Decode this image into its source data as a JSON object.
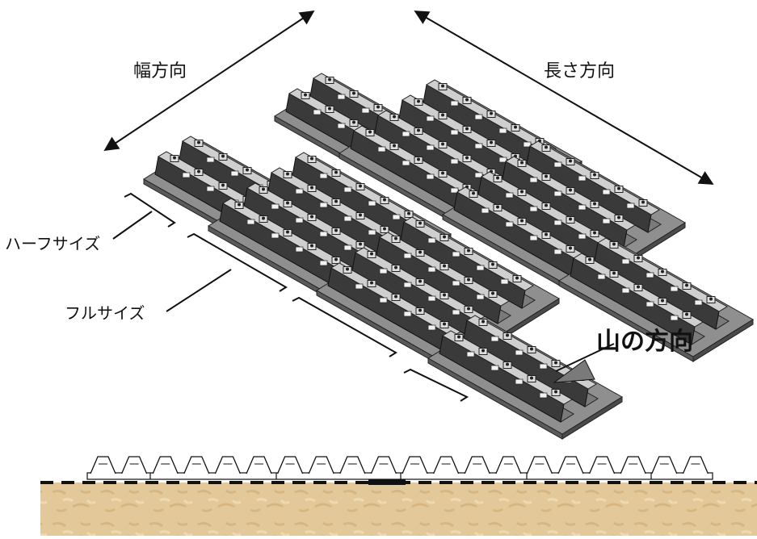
{
  "labels": {
    "width_direction": "幅方向",
    "length_direction": "長さ方向",
    "half_size": "ハーフサイズ",
    "full_size": "フルサイズ",
    "slope_direction": "山の方向"
  },
  "colors": {
    "panel_fill": "#8f8f8f",
    "panel_top": "#cfcfcf",
    "ridge_dark": "#3a3a3a",
    "ridge_face": "#7a7a7a",
    "soil": "#e3c99a",
    "line": "#111111"
  },
  "icons": {
    "arrow": "double-headed-arrow",
    "slope_arrow": "triangle-arrow-left-down"
  }
}
